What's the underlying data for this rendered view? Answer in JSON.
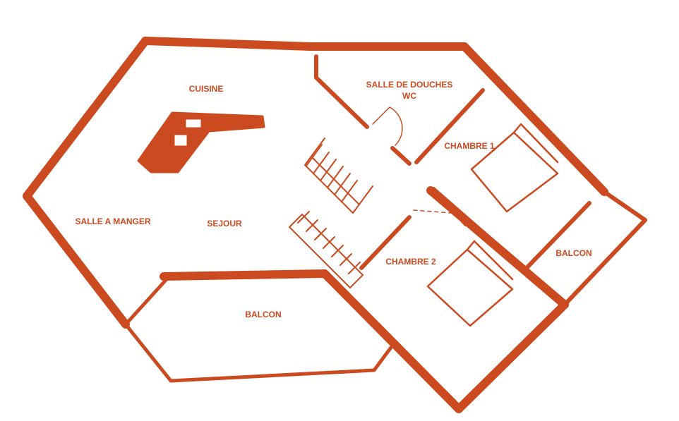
{
  "colors": {
    "ink": "#cc4a1f",
    "background": "#ffffff"
  },
  "rooms": {
    "cuisine": "CUISINE",
    "salle_de_douches": "SALLE DE DOUCHES",
    "wc": "WC",
    "chambre_1": "CHAMBRE 1",
    "salle_a_manger": "SALLE A MANGER",
    "sejour": "SEJOUR",
    "chambre_2": "CHAMBRE 2",
    "balcon_right": "BALCON",
    "balcon_bottom": "BALCON"
  }
}
